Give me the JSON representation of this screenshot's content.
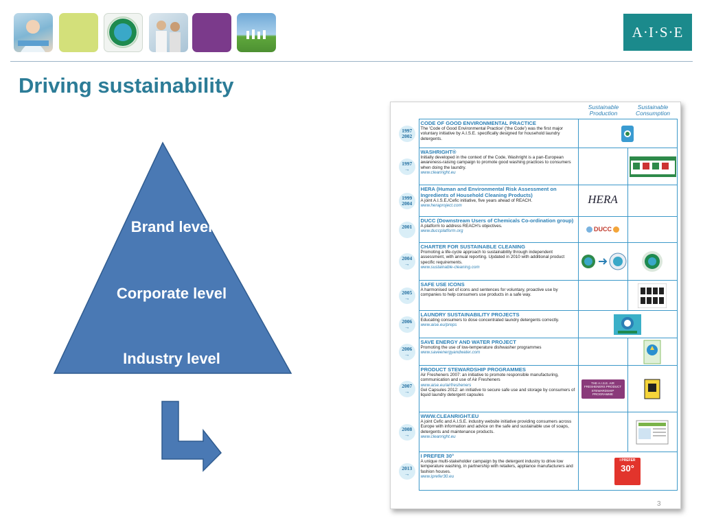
{
  "header": {
    "logo_text": "A·I·S·E",
    "thumbnails": [
      {
        "name": "woman-towels-photo",
        "color": "#7fb6d4"
      },
      {
        "name": "lime-square",
        "color": "#d3e07a"
      },
      {
        "name": "sustainability-seal-photo",
        "color": "#1e8a4f"
      },
      {
        "name": "family-photo",
        "color": "#a9c4d6"
      },
      {
        "name": "purple-square",
        "color": "#7b3a8b"
      },
      {
        "name": "field-people-photo",
        "color": "#6fa8d6"
      }
    ]
  },
  "page": {
    "title": "Driving sustainability"
  },
  "pyramid": {
    "color": "#4a79b4",
    "levels": [
      "Brand level",
      "Corporate level",
      "Industry level"
    ]
  },
  "document": {
    "col_headers": [
      "Sustainable Production",
      "Sustainable Consumption"
    ],
    "rows": [
      {
        "year": "1997 2002",
        "title": "CODE OF GOOD ENVIRONMENTAL PRACTICE",
        "body": "The 'Code of Good Environmental Practice' ('the Code') was the first major voluntary initiative by A.I.S.E. specifically designed for household laundry detergents.",
        "url": ""
      },
      {
        "year": "1997 →",
        "title": "WASHRIGHT®",
        "body": "Initially developed in the context of the Code, Washright is a pan-European awareness-raising campaign to promote good washing practices to consumers when doing the laundry.",
        "url": "www.cleanright.eu"
      },
      {
        "year": "1999 2004",
        "title": "HERA (Human and Environmental Risk Assessment on Ingredients of Household Cleaning Products)",
        "body": "A joint A.I.S.E./Cefic initiative, five years ahead of REACH.",
        "url": "www.heraproject.com"
      },
      {
        "year": "2001",
        "title": "DUCC (Downstream Users of Chemicals Co-ordination group)",
        "body": "A platform to address REACH's objectives.",
        "url": "www.duccplatform.org"
      },
      {
        "year": "2004 →",
        "title": "CHARTER FOR SUSTAINABLE CLEANING",
        "body": "Promoting a life-cycle approach to sustainability through independent assessment, with annual reporting. Updated in 2010 with additional product specific requirements.",
        "url": "www.sustainable-cleaning.com"
      },
      {
        "year": "2005 →",
        "title": "SAFE USE ICONS",
        "body": "A harmonised set of icons and sentences for voluntary, proactive use by companies to help consumers use products in a safe way.",
        "url": ""
      },
      {
        "year": "2006 →",
        "title": "LAUNDRY SUSTAINABILITY PROJECTS",
        "body": "Educating consumers to dose concentrated laundry detergents correctly.",
        "url": "www.aise.eu/preps"
      },
      {
        "year": "2006 →",
        "title": "SAVE ENERGY AND WATER PROJECT",
        "body": "Promoting the use of low-temperature dishwasher programmes",
        "url": "www.saveenergyandwater.com"
      },
      {
        "year": "2007 →",
        "title": "PRODUCT STEWARDSHIP PROGRAMMES",
        "body": "Air Fresheners 2007: an initiative to promote responsible manufacturing, communication and use of Air Fresheners",
        "url": "www.aise.eu/airfresheners",
        "body2": "Gel Capsules 2012: an initiative to secure safe use and storage by consumers of liquid laundry detergent capsules"
      },
      {
        "year": "2008 →",
        "title": "WWW.CLEANRIGHT.EU",
        "body": "A joint Cefic and A.I.S.E. industry website initiative providing consumers across Europe with information and advice on the safe and sustainable use of soaps, detergents and maintenance products.",
        "url": "www.cleanright.eu"
      },
      {
        "year": "2013 →",
        "title": "I PREFER 30°",
        "body": "A unique multi-stakeholder campaign by the detergent industry to drive low temperature washing, in partnership with retailers, appliance manufacturers and fashion houses.",
        "url": "www.iprefer30.eu"
      }
    ],
    "icons": {
      "hera_logo": "HERA",
      "ducc_logo": "DUCC",
      "iprefer_badge": "30°",
      "iprefer_small": "I PREFER",
      "af_badge": "THE A.I.S.E. AIR FRESHENERS PRODUCT STEWARDSHIP PROGRAMME"
    },
    "page_number": "3"
  }
}
